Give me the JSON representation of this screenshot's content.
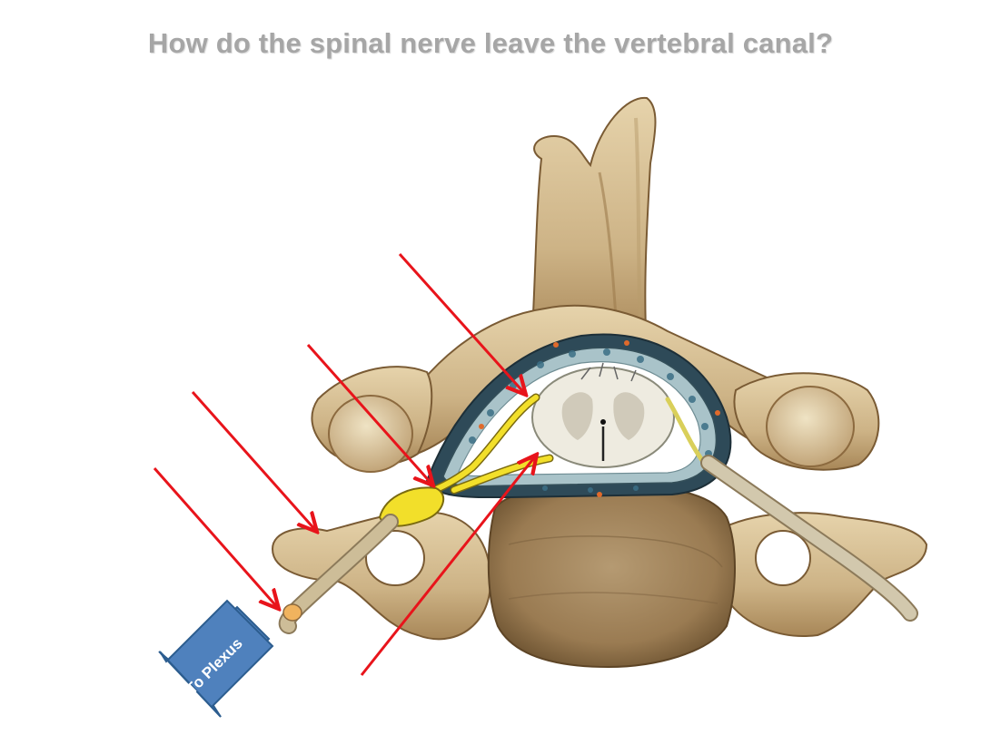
{
  "slide": {
    "title": "How do the spinal nerve leave the vertebral canal?",
    "arrow_label": "To Plexus"
  },
  "colors": {
    "title": "#a6a6a6",
    "pointer_arrows": "#e8141b",
    "plexus_arrow_fill": "#4f81bd",
    "plexus_arrow_stroke": "#2c5d8f",
    "bone": "#d8c29a",
    "bone_dark": "#8c6a3f",
    "nerve_yellow": "#f2df2a",
    "spinal_cord": "#eeebe0"
  },
  "icons": [
    "vertebra-illustration",
    "plexus-direction-arrow"
  ]
}
